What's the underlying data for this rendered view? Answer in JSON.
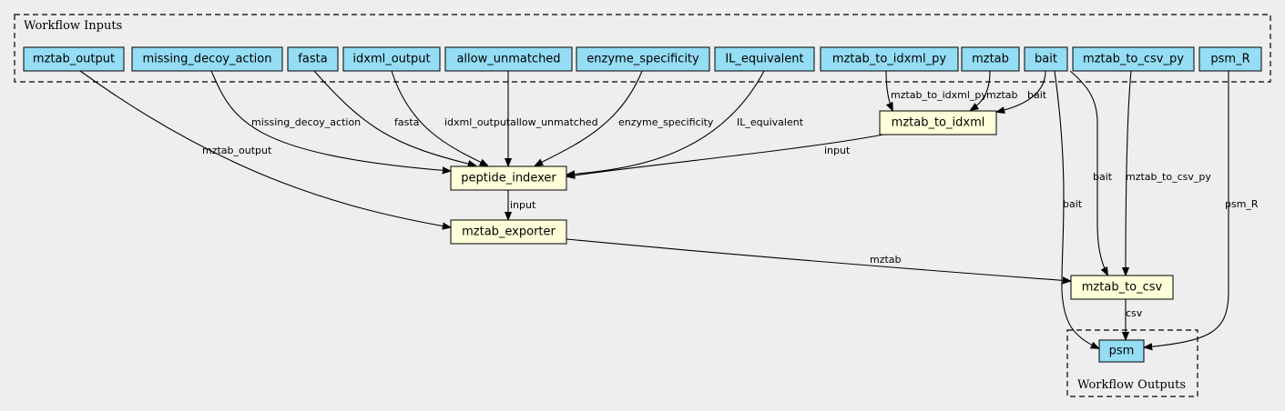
{
  "colors": {
    "background": "#eeeeee",
    "input_fill": "#94ddf4",
    "step_fill": "#ffffd9",
    "output_fill": "#94ddf4",
    "stroke": "#000000"
  },
  "clusters": {
    "inputs": {
      "label": "Workflow Inputs"
    },
    "outputs": {
      "label": "Workflow Outputs"
    }
  },
  "inputs": [
    "mztab_output",
    "missing_decoy_action",
    "fasta",
    "idxml_output",
    "allow_unmatched",
    "enzyme_specificity",
    "IL_equivalent",
    "mztab_to_idxml_py",
    "mztab",
    "bait",
    "mztab_to_csv_py",
    "psm_R"
  ],
  "steps": [
    "mztab_to_idxml",
    "peptide_indexer",
    "mztab_exporter",
    "mztab_to_csv"
  ],
  "outputs": [
    "psm"
  ],
  "edges": [
    {
      "from": "mztab_to_idxml_py",
      "to": "mztab_to_idxml",
      "label": "mztab_to_idxml_py"
    },
    {
      "from": "mztab",
      "to": "mztab_to_idxml",
      "label": "mztab"
    },
    {
      "from": "bait",
      "to": "mztab_to_idxml",
      "label": "bait"
    },
    {
      "from": "missing_decoy_action",
      "to": "peptide_indexer",
      "label": "missing_decoy_action"
    },
    {
      "from": "fasta",
      "to": "peptide_indexer",
      "label": "fasta"
    },
    {
      "from": "idxml_output",
      "to": "peptide_indexer",
      "label": "idxml_output"
    },
    {
      "from": "allow_unmatched",
      "to": "peptide_indexer",
      "label": "allow_unmatched"
    },
    {
      "from": "enzyme_specificity",
      "to": "peptide_indexer",
      "label": "enzyme_specificity"
    },
    {
      "from": "IL_equivalent",
      "to": "peptide_indexer",
      "label": "IL_equivalent"
    },
    {
      "from": "mztab_to_idxml",
      "to": "peptide_indexer",
      "label": "input"
    },
    {
      "from": "mztab_output",
      "to": "mztab_exporter",
      "label": "mztab_output"
    },
    {
      "from": "peptide_indexer",
      "to": "mztab_exporter",
      "label": "input"
    },
    {
      "from": "mztab_exporter",
      "to": "mztab_to_csv",
      "label": "mztab"
    },
    {
      "from": "bait",
      "to": "mztab_to_csv",
      "label": "bait"
    },
    {
      "from": "mztab_to_csv_py",
      "to": "mztab_to_csv",
      "label": "mztab_to_csv_py"
    },
    {
      "from": "bait",
      "to": "psm",
      "label": "bait"
    },
    {
      "from": "mztab_to_csv",
      "to": "psm",
      "label": "csv"
    },
    {
      "from": "psm_R",
      "to": "psm",
      "label": "psm_R"
    }
  ]
}
